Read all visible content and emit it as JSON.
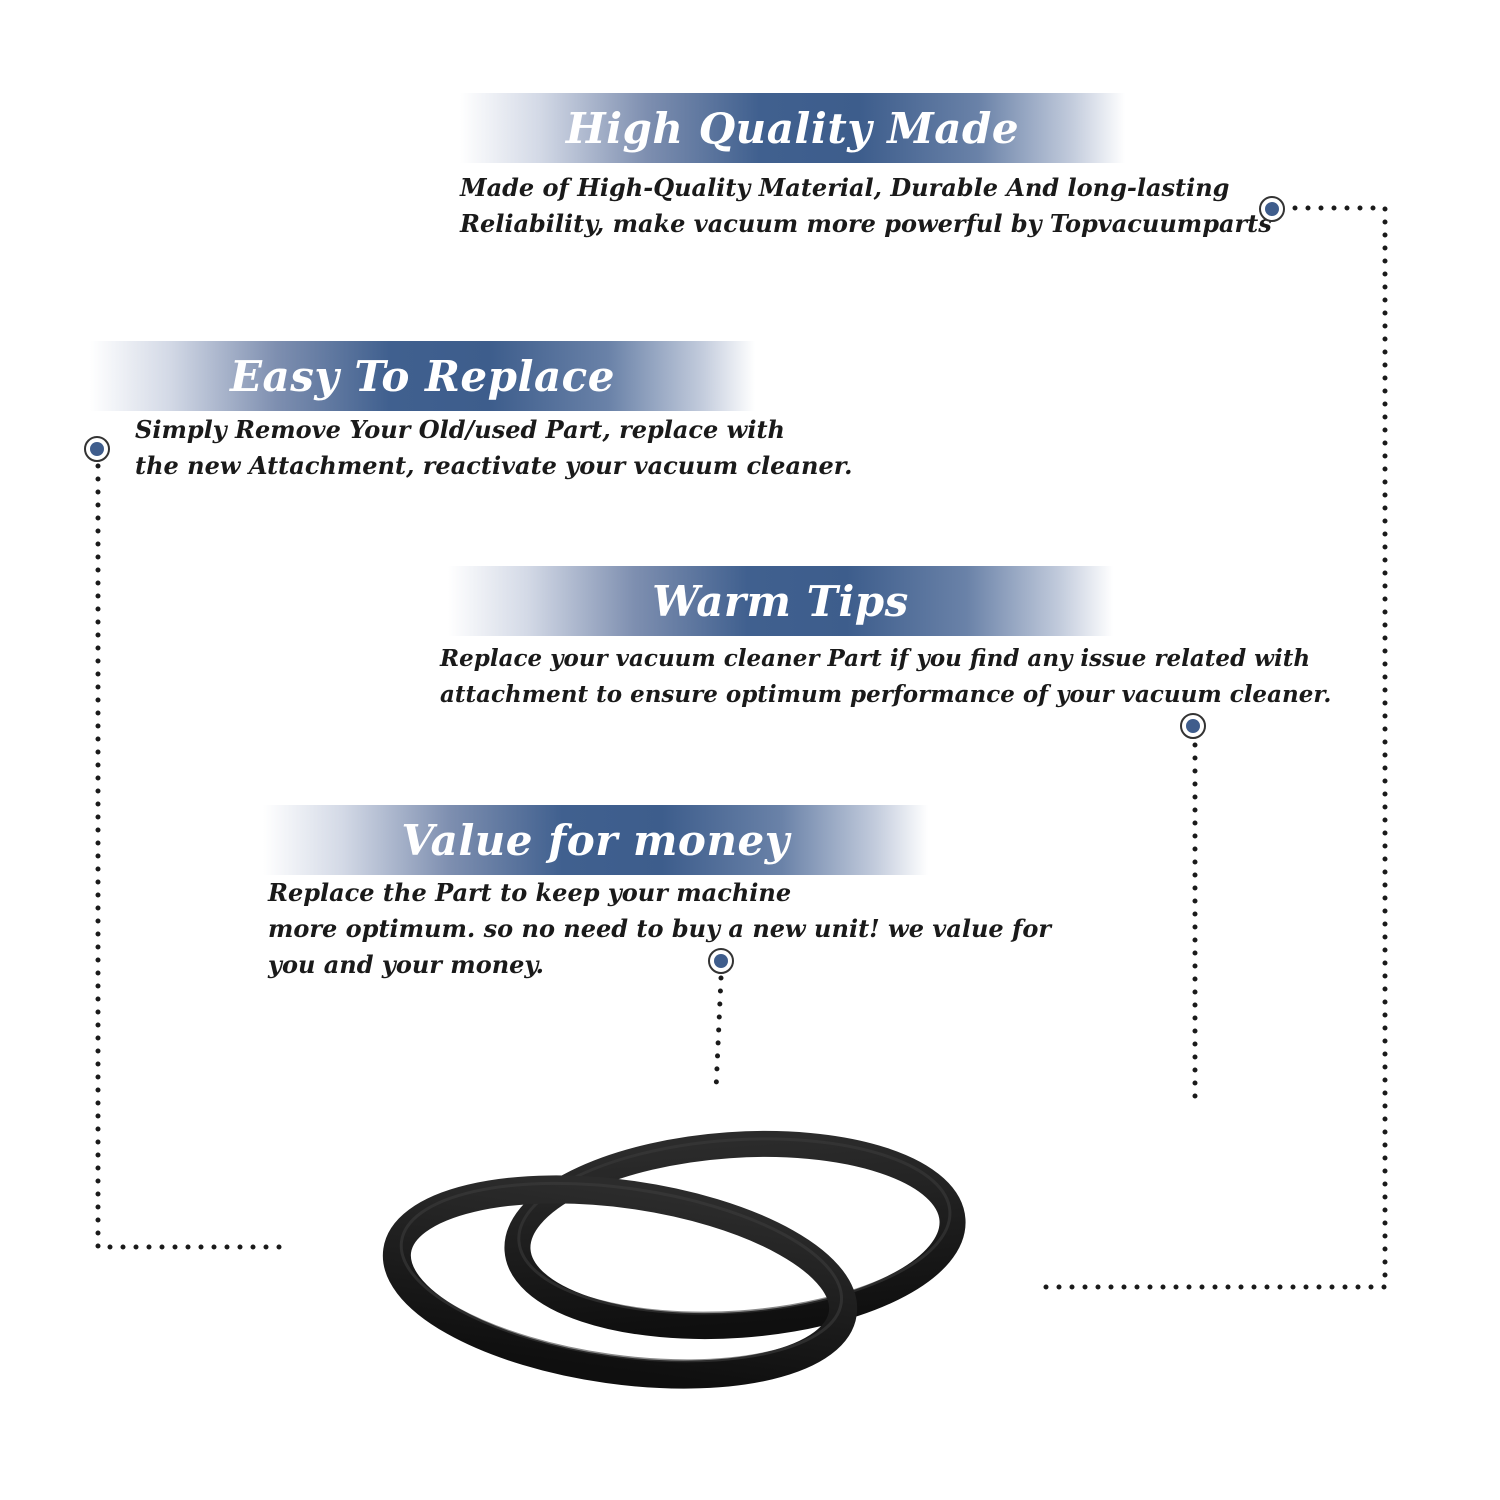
{
  "sections": [
    {
      "title": "High Quality Made",
      "lines": [
        "Made of  High-Quality Material, Durable And long-lasting",
        "Reliability, make vacuum more powerful by Topvacuumparts"
      ]
    },
    {
      "title": "Easy To Replace",
      "lines": [
        "Simply Remove Your Old/used Part, replace with",
        "the new Attachment, reactivate your vacuum cleaner."
      ]
    },
    {
      "title": "Warm Tips",
      "lines": [
        "Replace your vacuum cleaner Part if you find any issue related with",
        " attachment to ensure optimum performance of your vacuum cleaner."
      ]
    },
    {
      "title": "Value for money",
      "lines": [
        "Replace the Part to keep your machine",
        "more optimum. so no need to buy a new unit! we value for",
        "you and your money."
      ]
    }
  ],
  "colors": {
    "accent": "#3f5d8c",
    "text": "#1a1a1a",
    "ring": "#1b1b1b"
  },
  "icons": {
    "bullet": "target-dot-icon",
    "product": "o-ring-gasket-image"
  }
}
